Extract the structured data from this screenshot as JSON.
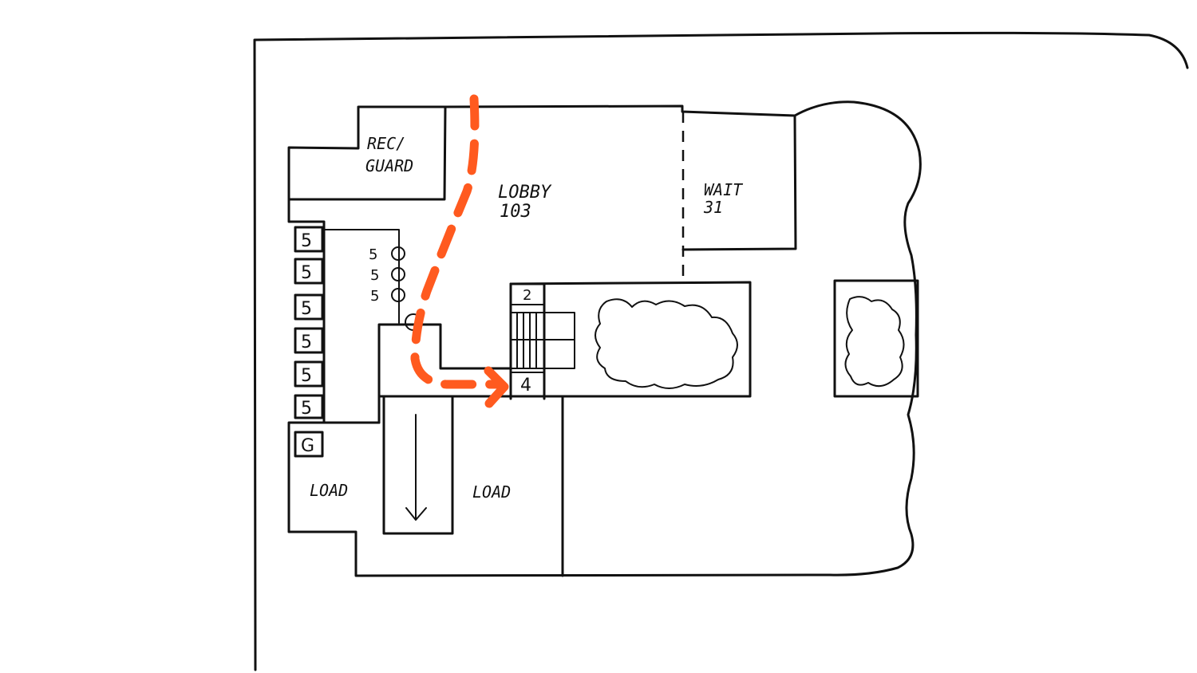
{
  "labels": {
    "reception": "REC/",
    "guard": "GUARD",
    "lobby": "LOBBY",
    "lobby_number": "103",
    "wait": "WAIT",
    "wait_number": "31",
    "load_left": "LOAD",
    "load_right": "LOAD"
  },
  "parking_left": [
    "5",
    "5",
    "5",
    "5",
    "5",
    "5",
    "G"
  ],
  "parking_mid": [
    "5",
    "5",
    "5"
  ],
  "stair_numbers": {
    "top": "2",
    "bottom": "4"
  },
  "colors": {
    "route": "#ff5a1f",
    "ink": "#111111"
  }
}
